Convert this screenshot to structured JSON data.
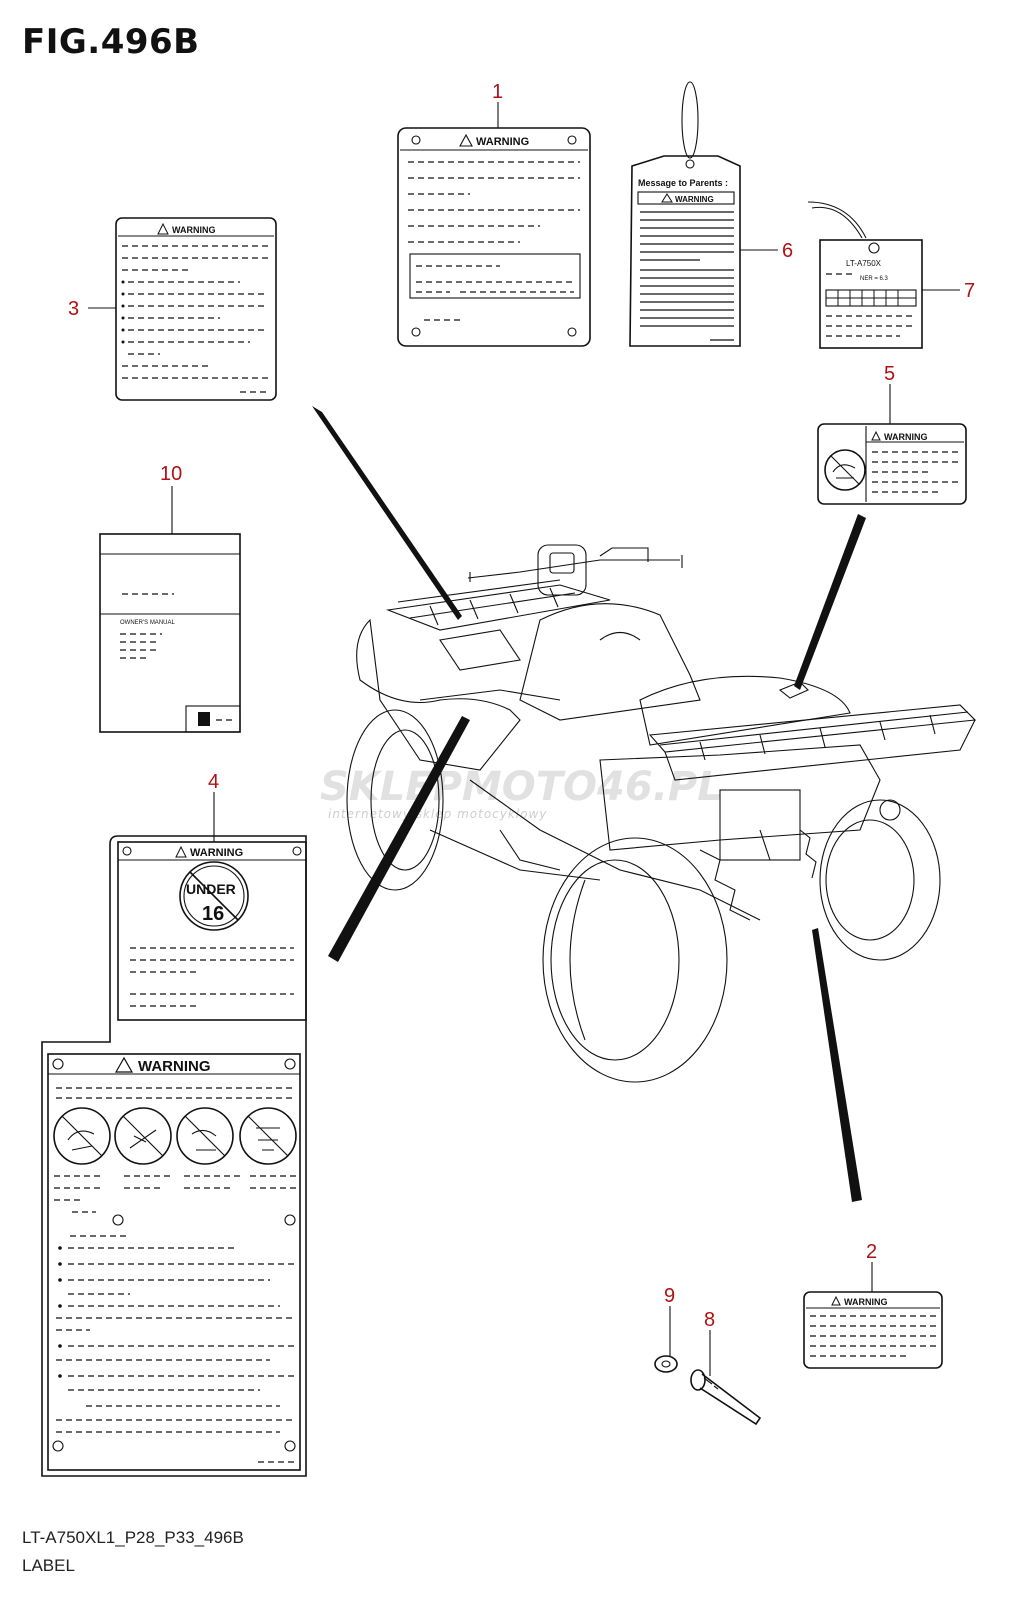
{
  "figure": {
    "title": "FIG.496B",
    "code": "LT-A750XL1_P28_P33_496B",
    "group": "LABEL"
  },
  "callouts": [
    "1",
    "2",
    "3",
    "4",
    "5",
    "6",
    "7",
    "8",
    "9",
    "10"
  ],
  "labels": {
    "warning": "WARNING",
    "parents_title": "Message to Parents :",
    "model_tag": "LT-A750X",
    "model_tag_sub": "NER = 6.3",
    "owners_manual": "OWNER'S MANUAL",
    "under": "UNDER",
    "age": "16"
  },
  "watermark": {
    "brand": "SKLEPMOTO46.PL",
    "tagline": "internetowy sklep motocyklowy"
  }
}
